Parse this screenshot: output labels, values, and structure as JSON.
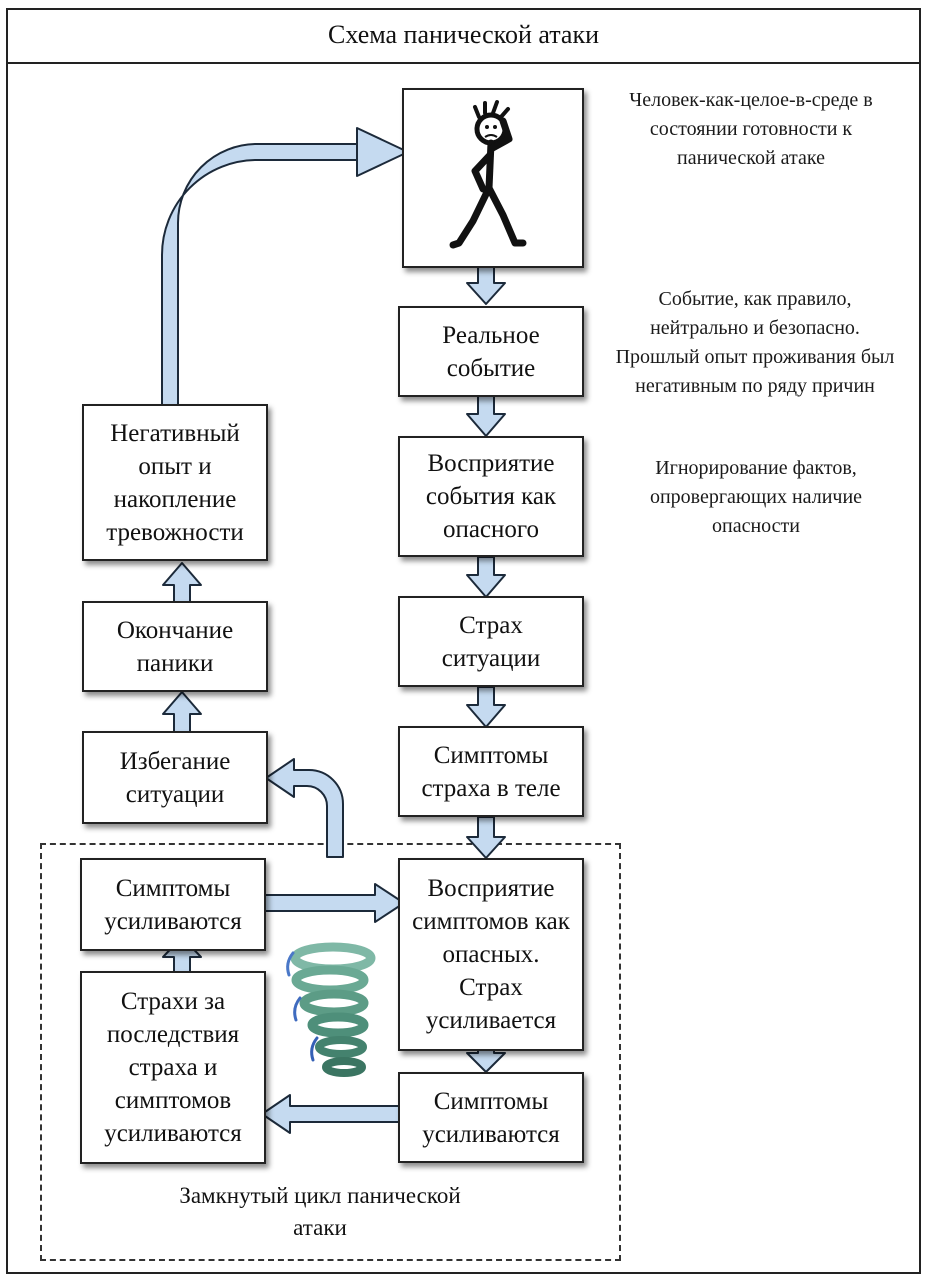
{
  "title": "Схема панической атаки",
  "colors": {
    "arrow_fill": "#c5daf0",
    "arrow_stroke": "#1c2a3a",
    "border": "#222222"
  },
  "icons": {
    "person": "stressed-person-icon",
    "spiral": "tornado-spiral-icon"
  },
  "notes": {
    "person": "Человек-как-целое-в-среде в состоянии готовности к панической атаке",
    "event": "Событие, как правило, нейтрально и безопасно. Прошлый опыт проживания был негативным по ряду причин",
    "ignore": "Игнорирование фактов, опровергающих наличие опасности"
  },
  "boxes": {
    "real_event": "Реальное событие",
    "perception_danger": "Восприятие события как опасного",
    "fear_situation": "Страх ситуации",
    "fear_symptoms": "Симптомы страха в теле",
    "perception_symptoms": "Восприятие симптомов как опасных. Страх усиливается",
    "symptoms_increase_right": "Симптомы усиливаются",
    "fears_consequences": "Страхи за последствия страха и симптомов усиливаются",
    "symptoms_increase_left": "Симптомы усиливаются",
    "avoidance": "Избегание ситуации",
    "panic_end": "Окончание паники",
    "negative_experience": "Негативный опыт и накопление тревожности"
  },
  "cycle_label": "Замкнутый цикл панической атаки"
}
